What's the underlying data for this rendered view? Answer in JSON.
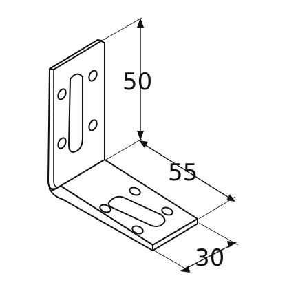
{
  "dimensions": {
    "height": "50",
    "length": "55",
    "width": "30"
  },
  "colors": {
    "line": "#111111",
    "background": "#ffffff"
  }
}
